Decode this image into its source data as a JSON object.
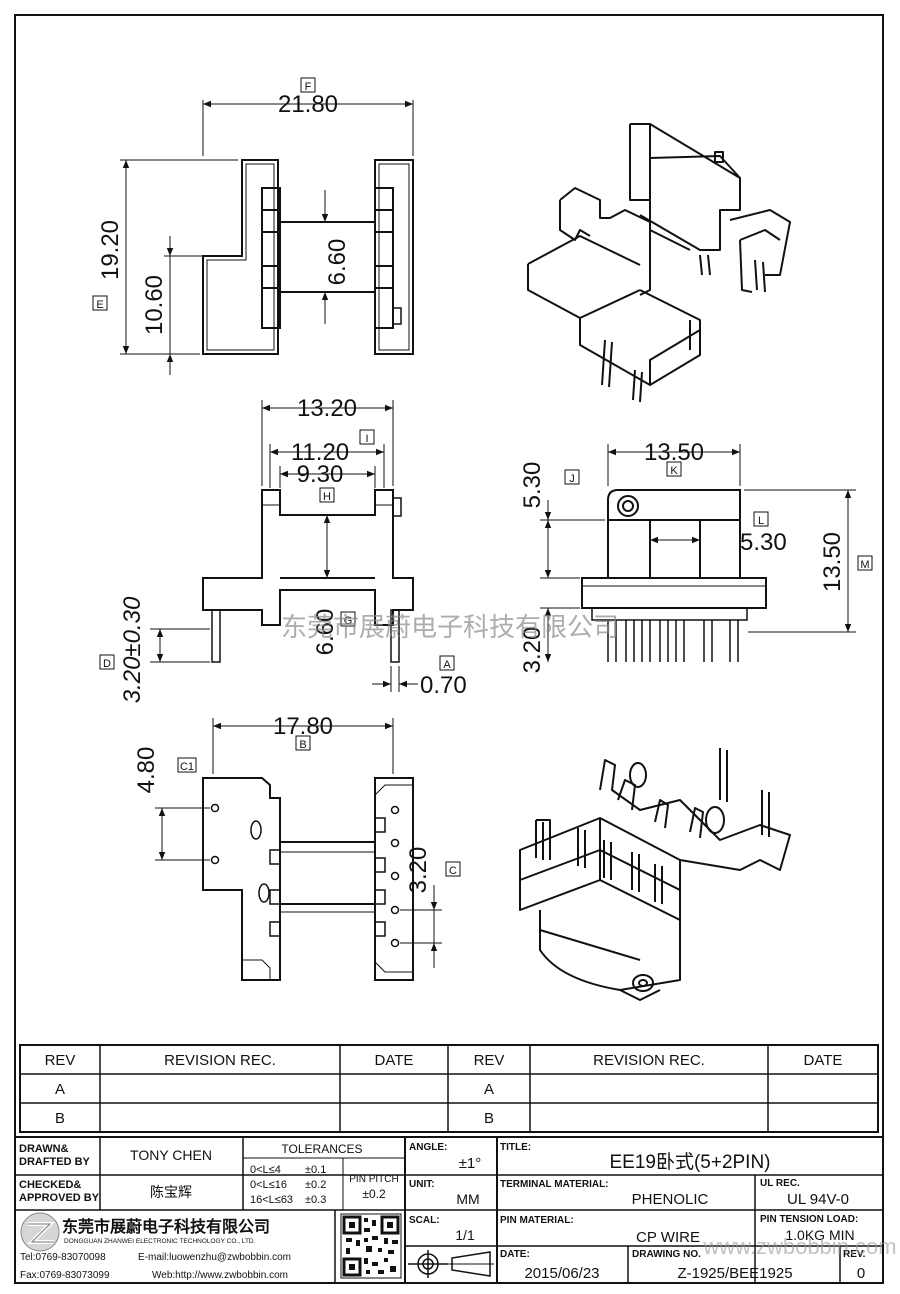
{
  "drawing": {
    "top_view": {
      "width": "21.80",
      "width_tag": "F",
      "height": "19.20",
      "height_tag": "E",
      "inner": "10.60",
      "core": "6.60"
    },
    "front_view": {
      "w1": "13.20",
      "w2": "11.20",
      "w2_tag": "I",
      "w3": "9.30",
      "w3_tag": "H",
      "h1": "6.60",
      "h1_tag": "G",
      "pin_len": "3.20±0.30",
      "pin_len_tag": "D",
      "pin_w": "0.70",
      "pin_w_tag": "A"
    },
    "side_view": {
      "w": "13.50",
      "w_tag": "K",
      "top": "5.30",
      "top_tag": "J",
      "core_w": "5.30",
      "core_w_tag": "L",
      "h": "13.50",
      "h_tag": "M",
      "pin": "3.20"
    },
    "bottom_view": {
      "w": "17.80",
      "w_tag": "B",
      "row": "4.80",
      "row_tag": "C1",
      "pitch": "3.20",
      "pitch_tag": "C"
    },
    "watermark": "东莞市展蔚电子科技有限公司"
  },
  "revision_table": {
    "headers": [
      "REV",
      "REVISION REC.",
      "DATE",
      "REV",
      "REVISION REC.",
      "DATE"
    ],
    "rows": [
      [
        "A",
        "",
        "",
        "A",
        "",
        ""
      ],
      [
        "B",
        "",
        "",
        "B",
        "",
        ""
      ]
    ]
  },
  "title_block": {
    "drawn_label": "DRAWN&\nDRAFTED BY",
    "drawn_value": "TONY CHEN",
    "checked_label": "CHECKED&\nAPPROVED BY",
    "checked_value": "陈宝辉",
    "tolerances_label": "TOLERANCES",
    "tol_rows": [
      [
        "0<L≤4",
        "±0.1"
      ],
      [
        "0<L≤16",
        "±0.2"
      ],
      [
        "16<L≤63",
        "±0.3"
      ]
    ],
    "pin_pitch_label": "PIN PITCH",
    "pin_pitch_value": "±0.2",
    "angle_label": "ANGLE:",
    "angle_value": "±1°",
    "unit_label": "UNIT:",
    "unit_value": "MM",
    "scale_label": "SCAL:",
    "scale_value": "1/1",
    "title_label": "TITLE:",
    "title_value": "EE19卧式(5+2PIN)",
    "terminal_label": "TERMINAL MATERIAL:",
    "terminal_value": "PHENOLIC",
    "ul_label": "UL REC.",
    "ul_value": "UL 94V-0",
    "pin_material_label": "PIN MATERIAL:",
    "pin_material_value": "CP WIRE",
    "tension_label": "PIN TENSION LOAD:",
    "tension_value": "1.0KG MIN",
    "date_label": "DATE:",
    "date_value": "2015/06/23",
    "drawing_no_label": "DRAWING NO.",
    "drawing_no_value": "Z-1925/BEE1925",
    "rev_label": "REV.",
    "rev_value": "0",
    "company_cn": "东莞市展蔚电子科技有限公司",
    "company_en": "DONGGUAN ZHANWEI ELECTRONIC TECHNOLOGY CO., LTD.",
    "tel": "Tel:0769-83070098",
    "email": "E-mail:luowenzhu@zwbobbin.com",
    "fax": "Fax:0769-83073099",
    "web": "Web:http://www.zwbobbin.com",
    "watermark_url": "www.zwbobbin.com"
  }
}
